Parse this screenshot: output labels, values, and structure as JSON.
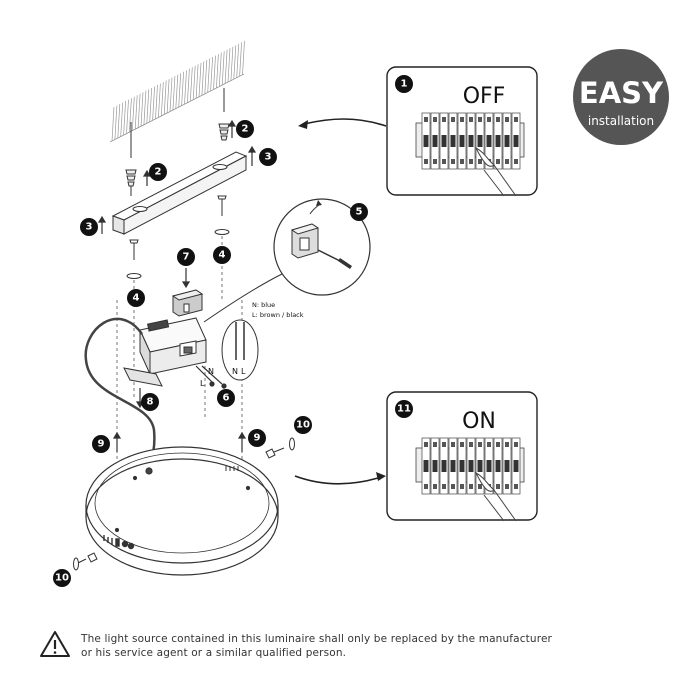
{
  "badge": {
    "title": "EASY",
    "subtitle": "installation"
  },
  "panels": {
    "off": {
      "step": "1",
      "label": "OFF"
    },
    "on": {
      "step": "11",
      "label": "ON"
    }
  },
  "steps": {
    "s2a": "2",
    "s2b": "2",
    "s3a": "3",
    "s3b": "3",
    "s4a": "4",
    "s4b": "4",
    "s5": "5",
    "s6": "6",
    "s7": "7",
    "s8": "8",
    "s9a": "9",
    "s9b": "9",
    "s10a": "10",
    "s10b": "10"
  },
  "wiring": {
    "neutral": "N: blue",
    "live": "L: brown / black",
    "n": "N",
    "l": "L"
  },
  "warning": {
    "line1": "The light source contained in this luminaire shall only be replaced by the manufacturer",
    "line2": "or his service agent or a similar qualified person."
  }
}
